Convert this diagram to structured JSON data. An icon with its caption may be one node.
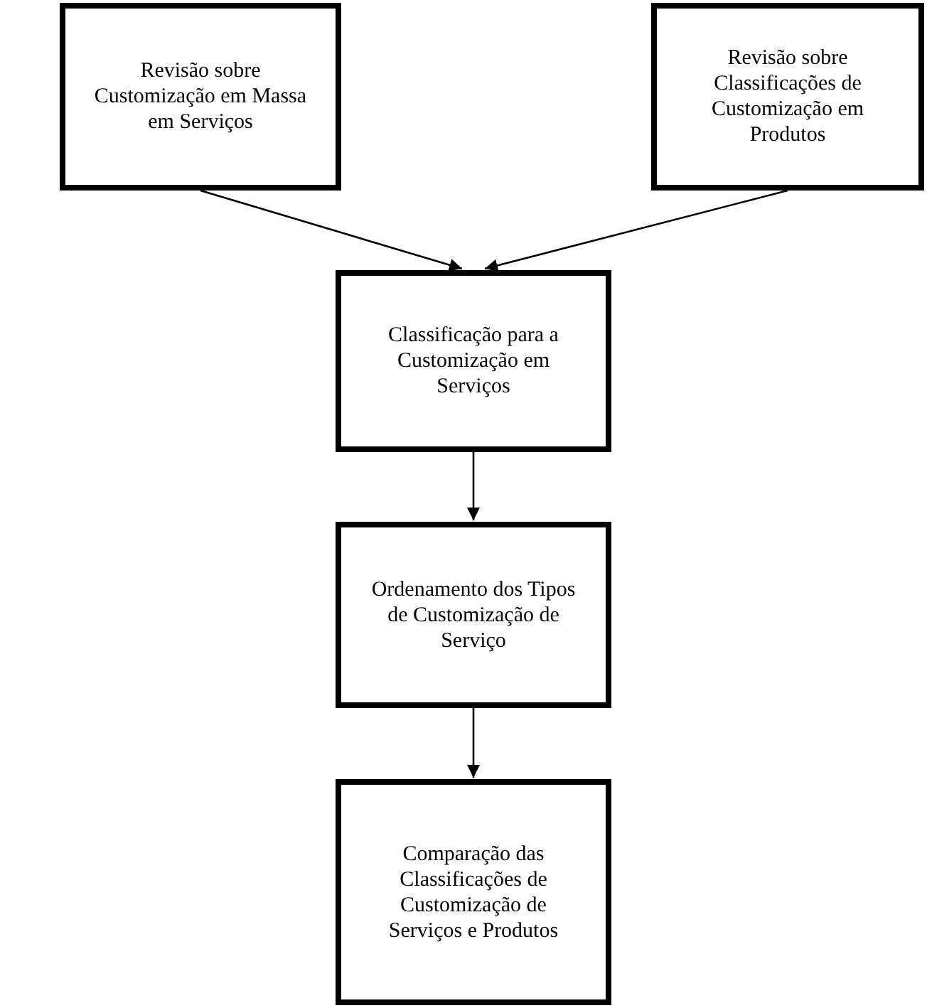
{
  "diagram": {
    "nodes": [
      {
        "text": [
          "Revisão sobre Customização em Massa em Serviços"
        ]
      },
      {
        "text": [
          "Revisão sobre Classificações de Customização em Produtos"
        ]
      },
      {
        "text": [
          "Classificação para a Customização em Serviços"
        ]
      },
      {
        "text": [
          "Ordenamento dos Tipos de Customização de Serviço"
        ]
      },
      {
        "text": [
          "Comparação das Classificações de Customização de Serviços e Produtos"
        ]
      }
    ],
    "edges": [
      {
        "from": 0,
        "to": 2,
        "arrow": "to"
      },
      {
        "from": 1,
        "to": 2,
        "arrow": "to"
      },
      {
        "from": 2,
        "to": 3,
        "arrow": "to"
      },
      {
        "from": 3,
        "to": 4,
        "arrow": "to"
      }
    ]
  }
}
